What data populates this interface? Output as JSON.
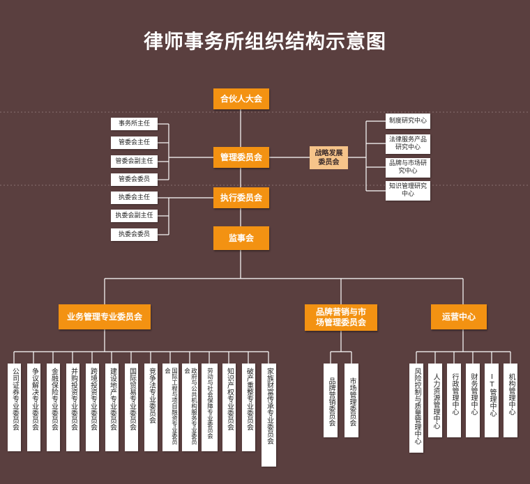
{
  "title": "律师事务所组织结构示意图",
  "top": {
    "partners": "合伙人大会",
    "management": "管理委员会",
    "executive": "执行委员会",
    "supervisory": "监事会"
  },
  "left_roles": [
    "事务所主任",
    "管委会主任",
    "管委会副主任",
    "管委会委员"
  ],
  "exec_roles": [
    "执委会主任",
    "执委会副主任",
    "执委会委员"
  ],
  "strategy": "战略发展委员会",
  "research": [
    "制度研究中心",
    "法律服务产品研究中心",
    "品牌与市场研究中心",
    "知识管理研究中心"
  ],
  "branches": {
    "business": "业务管理专业委员会",
    "brand": "品牌营销与市场管理委员会",
    "ops": "运营中心"
  },
  "business_committees": [
    "公司证券专业委员会",
    "争议解决专业委员会",
    "金融保险专业委员会",
    "并购投资专业委员会",
    "跨境投资专业委员会",
    "建设地产专业委员会",
    "国际贸易专业委员会",
    "竞争法专业委员会",
    "国际工程与项目融资专业委员会",
    "政府与公共机构服务专业委员会",
    "劳动与社会保障专业委员会",
    "知识产权专业委员会",
    "破产重整专业委员会",
    "家族财富传承专业委员会"
  ],
  "brand_committees": [
    "品牌营销委员会",
    "市场管理委员会"
  ],
  "ops_centers": [
    "风险控制与质量管理中心",
    "人力资源管理中心",
    "行政管理中心",
    "财务管理中心",
    "IT管理中心",
    "机构管理中心"
  ],
  "colors": {
    "background": "#5a3f3f",
    "primary": "#f39212",
    "secondary": "#f6c48a",
    "line": "#ffffff"
  }
}
